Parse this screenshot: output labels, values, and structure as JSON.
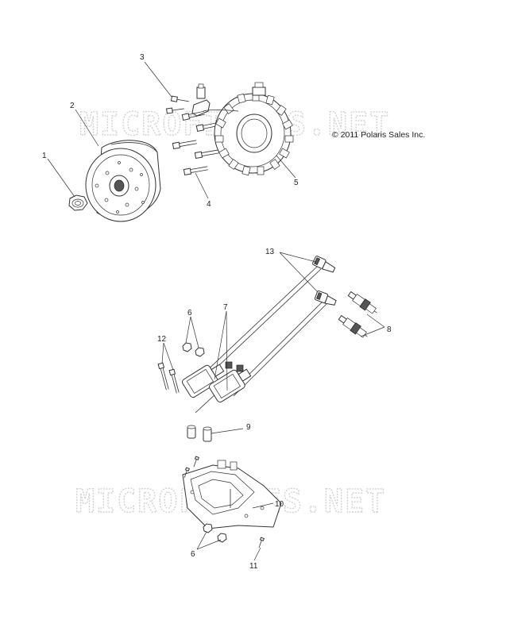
{
  "watermark": "MICROFICHES.NET",
  "copyright": "© 2011 Polaris Sales Inc.",
  "callouts": [
    {
      "id": "1",
      "label": "1"
    },
    {
      "id": "2",
      "label": "2"
    },
    {
      "id": "3",
      "label": "3"
    },
    {
      "id": "4",
      "label": "4"
    },
    {
      "id": "5",
      "label": "5"
    },
    {
      "id": "6a",
      "label": "6"
    },
    {
      "id": "6b",
      "label": "6"
    },
    {
      "id": "7",
      "label": "7"
    },
    {
      "id": "8",
      "label": "8"
    },
    {
      "id": "9",
      "label": "9"
    },
    {
      "id": "10",
      "label": "10"
    },
    {
      "id": "11",
      "label": "11"
    },
    {
      "id": "12",
      "label": "12"
    },
    {
      "id": "13",
      "label": "13"
    }
  ]
}
